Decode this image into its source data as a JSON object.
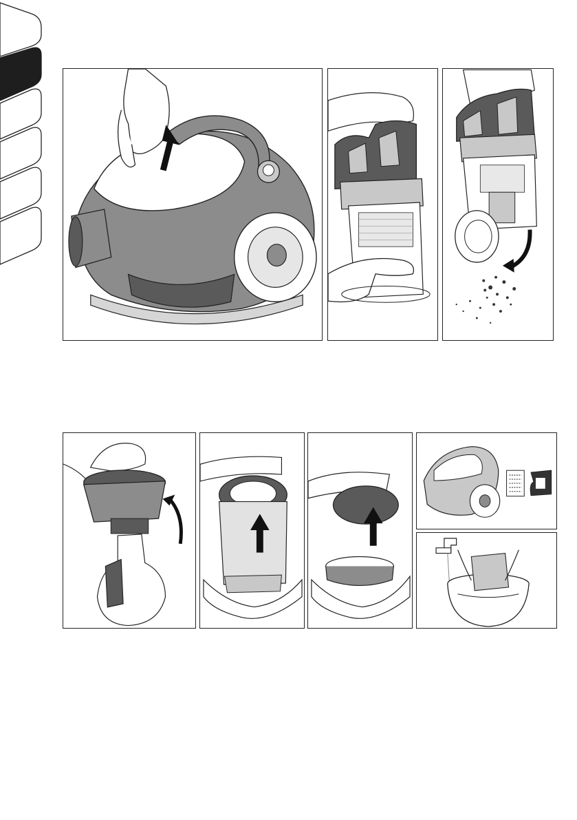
{
  "page": {
    "tabs": [
      {
        "id": "tab-1",
        "state": "inactive"
      },
      {
        "id": "tab-2",
        "state": "active"
      },
      {
        "id": "tab-3",
        "state": "inactive"
      },
      {
        "id": "tab-4",
        "state": "inactive"
      },
      {
        "id": "tab-5",
        "state": "inactive"
      },
      {
        "id": "tab-6",
        "state": "inactive"
      }
    ],
    "colors": {
      "ink": "#222222",
      "body_grey": "#8c8c8c",
      "light_grey": "#c8c8c8",
      "dark_grey": "#5a5a5a",
      "active_tab": "#1e1e1e"
    }
  },
  "figures": [
    {
      "id": "fig-open-lid",
      "icon": "up-arrow-icon"
    },
    {
      "id": "fig-press-release",
      "icon": "none"
    },
    {
      "id": "fig-empty-dust",
      "icon": "curved-arrow-icon"
    },
    {
      "id": "fig-twist-cyclone",
      "icon": "curved-arrow-icon"
    },
    {
      "id": "fig-remove-filter",
      "icon": "up-arrow-icon"
    },
    {
      "id": "fig-lift-cover",
      "icon": "up-arrow-icon"
    },
    {
      "id": "fig-filter-parts",
      "icon": "none"
    },
    {
      "id": "fig-wash-filter",
      "icon": "faucet-icon"
    }
  ]
}
